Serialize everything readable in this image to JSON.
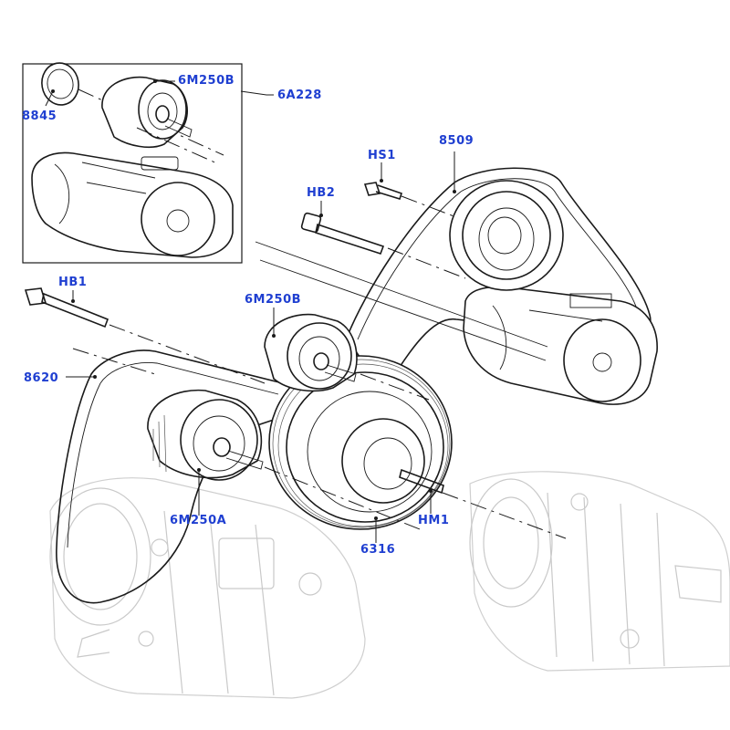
{
  "callouts": {
    "c_8845": "8845",
    "c_6m250b_top": "6M250B",
    "c_6a228": "6A228",
    "c_hs1": "HS1",
    "c_8509": "8509",
    "c_hb2": "HB2",
    "c_hb1": "HB1",
    "c_6m250b_mid": "6M250B",
    "c_8620": "8620",
    "c_6m250a": "6M250A",
    "c_6316": "6316",
    "c_hm1": "HM1"
  },
  "colors": {
    "callout_text": "#1f3fd1",
    "line_art": "#1a1a1a",
    "ghost_art": "#c9c9c9"
  }
}
